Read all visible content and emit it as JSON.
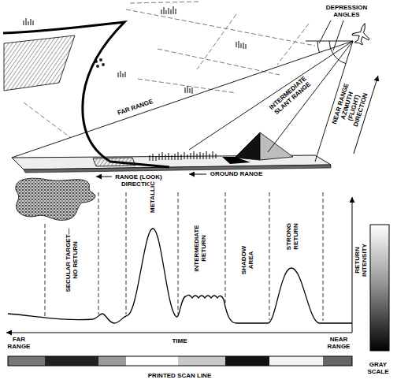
{
  "diagram": {
    "labels": [
      "DEPRESSION ANGLES",
      "FAR RANGE",
      "INTERMEDIATE SLANT RANGE",
      "NEAR RANGE",
      "AZIMUTH (FLIGHT) DIRECTION",
      "RANGE (LOOK) DIRECTION",
      "GROUND RANGE",
      "SECULAR TARGET— NO RETURN",
      "METALLIC",
      "INTERMEDIATE RETURN",
      "SHADOW AREA",
      "STRONG RETURN",
      "RETURN INTENSITY",
      "FAR RANGE",
      "TIME",
      "NEAR RANGE",
      "GRAY SCALE",
      "PRINTED SCAN LINE"
    ]
  }
}
